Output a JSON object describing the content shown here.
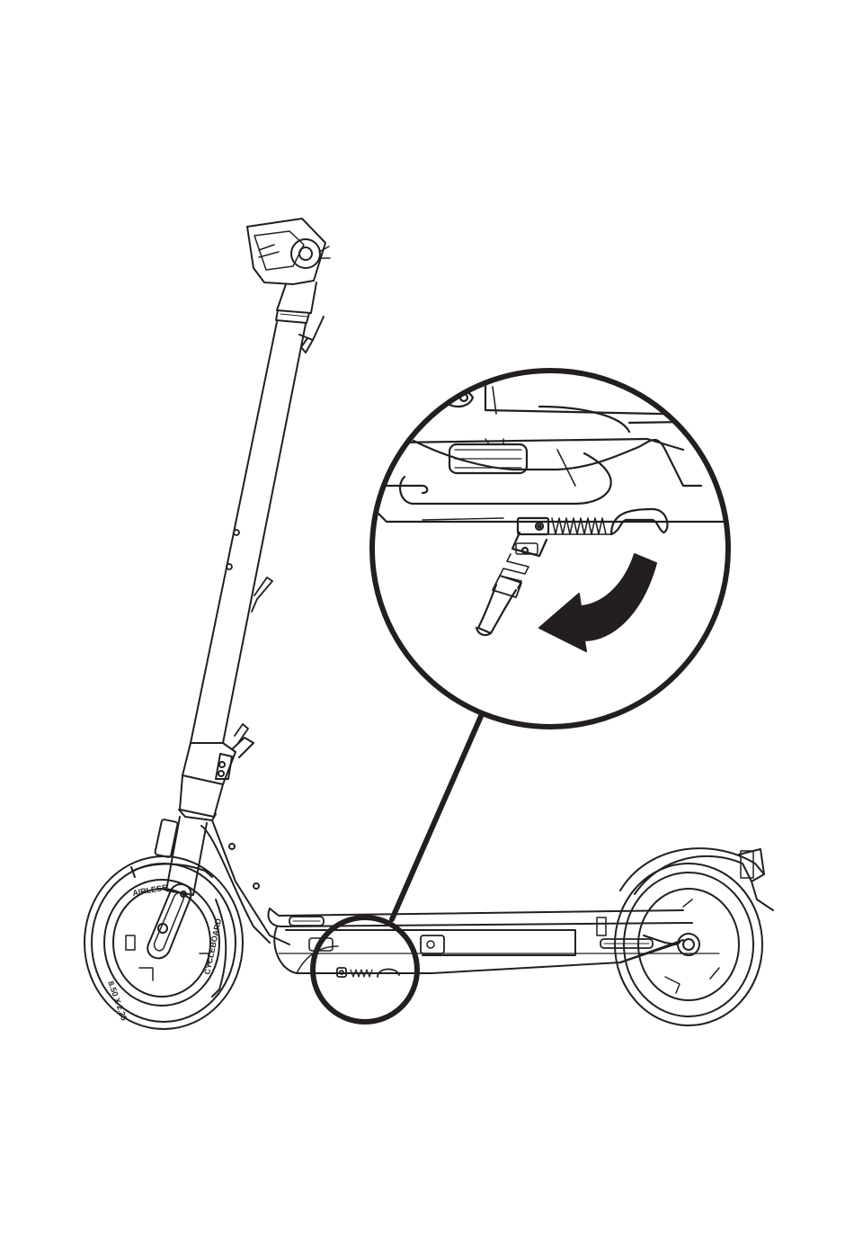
{
  "figure": {
    "subject": "scooter-kickstand-deployment",
    "stroke_color": "#231f20",
    "background_color": "#ffffff"
  },
  "tire_text": {
    "front_brand": "AIRLESS",
    "front_logo": "CYCLEBOARD",
    "front_size": "8.50 X 2.25"
  },
  "icons": [
    "kickstand-detail-magnifier",
    "rotate-down-arrow-icon"
  ]
}
